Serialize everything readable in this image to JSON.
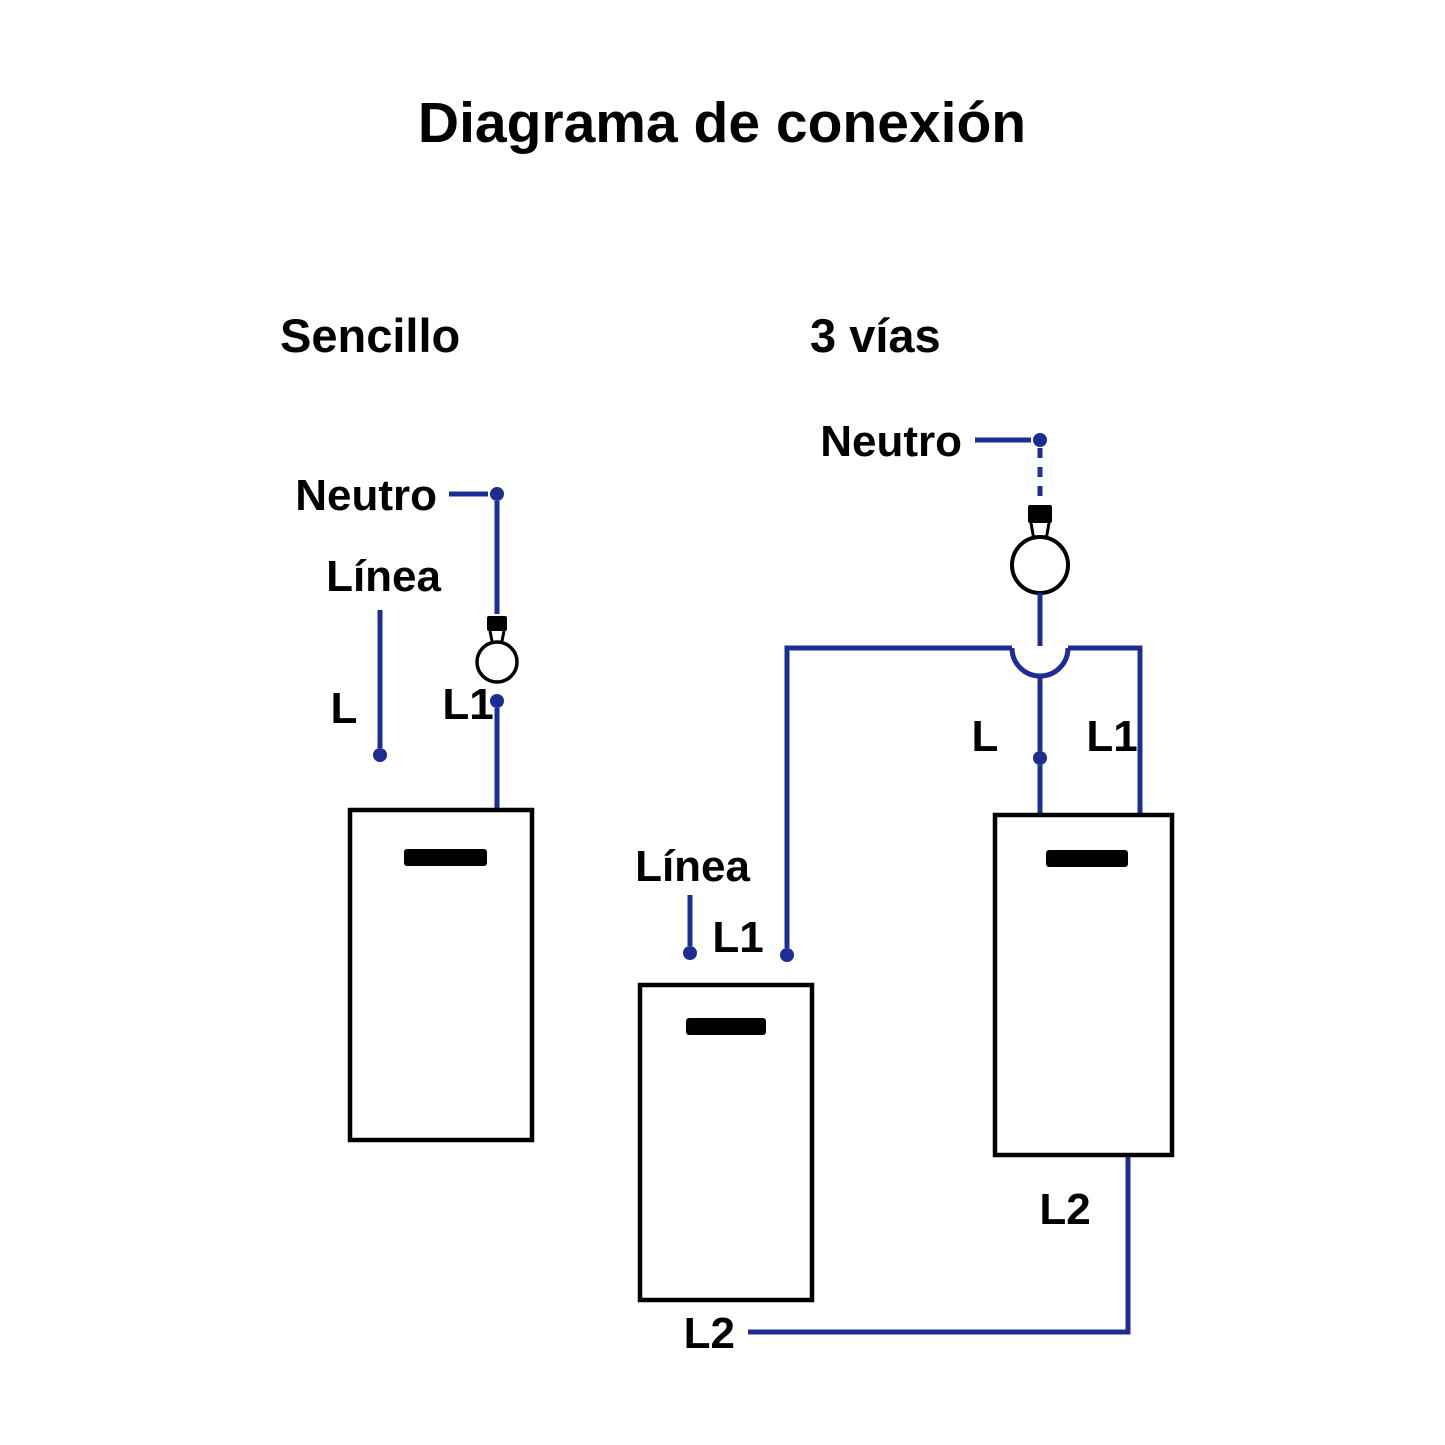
{
  "title": "Diagrama de conexión",
  "colors": {
    "wire": "#1c2e94",
    "outline": "#000000",
    "text": "#000000",
    "background": "#ffffff"
  },
  "sencillo": {
    "section_label": "Sencillo",
    "neutro": "Neutro",
    "linea": "Línea",
    "l": "L",
    "l1": "L1"
  },
  "tres_vias": {
    "section_label": "3 vías",
    "neutro": "Neutro",
    "linea": "Línea",
    "switch_a_l1": "L1",
    "switch_a_l2": "L2",
    "switch_b_l": "L",
    "switch_b_l1": "L1",
    "switch_b_l2": "L2"
  }
}
